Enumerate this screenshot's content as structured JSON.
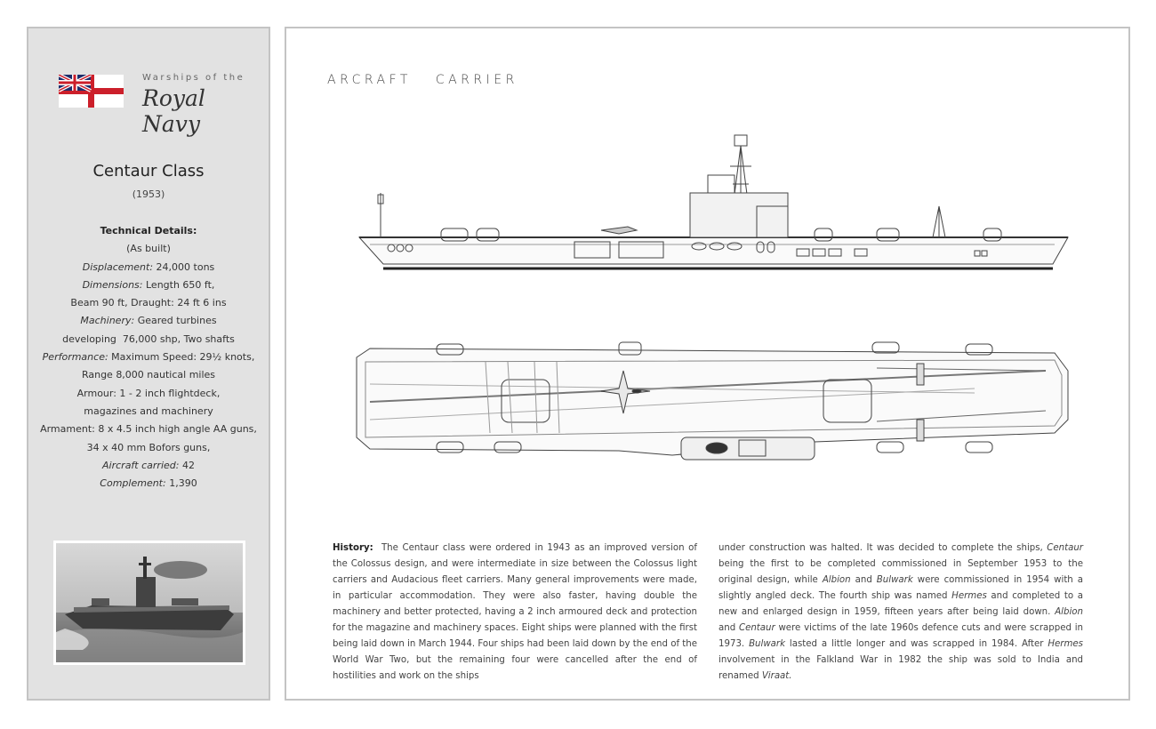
{
  "brand": {
    "subtitle": "Warships of the",
    "title": "Royal Navy",
    "flag_icon": "white-ensign-flag-icon"
  },
  "ship": {
    "class_name": "Centaur Class",
    "year": "(1953)",
    "specs_heading": "Technical Details:",
    "as_built": "(As built)",
    "displacement_label": "Displacement:",
    "displacement_value": " 24,000 tons",
    "dimensions_label": "Dimensions:",
    "dimensions_value": " Length 650 ft,",
    "dimensions_value_2": "Beam 90 ft, Draught: 24 ft 6 ins",
    "machinery_label": "Machinery:",
    "machinery_value": " Geared turbines",
    "machinery_value_2": "developing  76,000 shp, Two shafts",
    "performance_label": "Performance:",
    "performance_value": " Maximum Speed: 29½ knots,",
    "performance_value_2": "Range 8,000 nautical miles",
    "armour_1": "Armour: 1 - 2 inch flightdeck,",
    "armour_2": "magazines and machinery",
    "armament_1": "Armament: 8 x 4.5 inch high angle AA guns,",
    "armament_2": "34 x 40 mm Bofors guns,",
    "aircraft_label": "Aircraft carried:",
    "aircraft_value": " 42",
    "complement_label": "Complement:",
    "complement_value": " 1,390"
  },
  "main": {
    "title": "ARCRAFT   CARRIER"
  },
  "history": {
    "label": "History:",
    "col1_text": "The Centaur class were ordered in 1943 as an improved version of the Colossus design, and were intermediate in size between the Colossus light carriers and Audacious fleet carriers. Many general improvements were made, in particular accommodation. They were also faster, having double the machinery and better protected, having a 2 inch armoured deck and protection for the magazine and machinery spaces. Eight ships were planned with the first being laid down in March 1944. Four ships had been laid down by the end of the World War Two, but the remaining four were cancelled after the end of hostilities and work on the ships",
    "col2_p1": "under construction was halted. It was decided to complete the ships, ",
    "col2_i1": "Centaur",
    "col2_p2": " being the first to be completed commissioned in September 1953 to the original design, while ",
    "col2_i2": "Albion",
    "col2_p3": " and ",
    "col2_i3": "Bulwark",
    "col2_p4": " were commissioned in 1954 with a slightly angled deck. The fourth ship was named ",
    "col2_i4": "Hermes",
    "col2_p5": " and completed to a new and enlarged design in 1959, fifteen years after being laid down. ",
    "col2_i5": "Albion",
    "col2_p6": " and ",
    "col2_i6": "Centaur",
    "col2_p7": " were victims of the late 1960s defence cuts and were scrapped in 1973. ",
    "col2_i7": "Bulwark",
    "col2_p8": " lasted a little longer and was scrapped in 1984. After ",
    "col2_i8": "Hermes",
    "col2_p9": " involvement in the Falkland War in 1982 the ship was sold to India and renamed ",
    "col2_i9": "Viraat.",
    "col2_p10": ""
  },
  "colors": {
    "panel_bg": "#e2e2e2",
    "border": "#c4c4c4",
    "ensign_red": "#cc1f2a",
    "union_blue": "#1d2d6b"
  }
}
